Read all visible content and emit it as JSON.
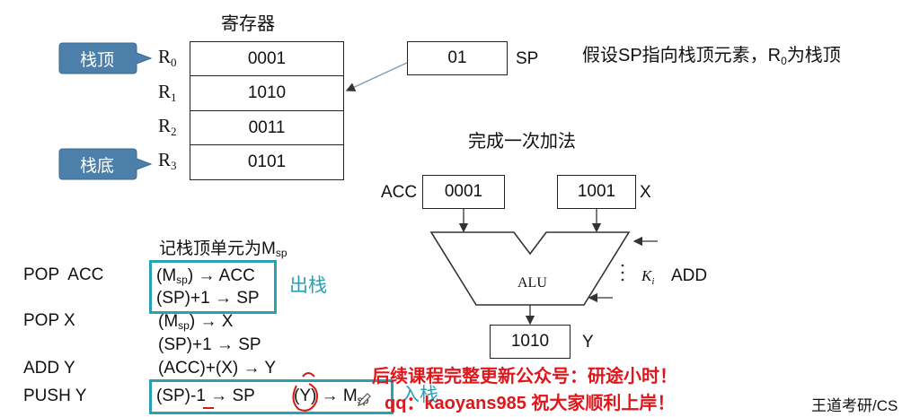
{
  "registers": {
    "title": "寄存器",
    "labels": [
      {
        "letter": "R",
        "sub": "0"
      },
      {
        "letter": "R",
        "sub": "1"
      },
      {
        "letter": "R",
        "sub": "2"
      },
      {
        "letter": "R",
        "sub": "3"
      }
    ],
    "values": [
      "0001",
      "1010",
      "0011",
      "0101"
    ]
  },
  "tags": {
    "top": "栈顶",
    "bottom": "栈底"
  },
  "sp": {
    "value": "01",
    "label": "SP"
  },
  "assumption": {
    "pre": "假设SP指向栈顶元素，R",
    "sub": "0",
    "post": "为栈顶"
  },
  "add_title": "完成一次加法",
  "alu": {
    "acc_label": "ACC",
    "acc_value": "0001",
    "x_value": "1001",
    "x_label": "X",
    "alu_label": "ALU",
    "ki_k": "K",
    "ki_i": "i",
    "add_label": "ADD",
    "y_value": "1010",
    "y_label": "Y"
  },
  "note": {
    "pre": "记栈顶单元为M",
    "sub": "sp"
  },
  "program": [
    {
      "instr": "POP  ACC"
    },
    {
      "instr": "POP X"
    },
    {
      "instr": "ADD Y"
    },
    {
      "instr": "PUSH Y"
    }
  ],
  "ops": {
    "pop_acc_1": {
      "pre": "(M",
      "sub": "sp",
      "post": ") → ACC"
    },
    "pop_acc_2": "(SP)+1 → SP",
    "pop_x_1": {
      "pre": "(M",
      "sub": "sp",
      "post": ") → X"
    },
    "pop_x_2": "(SP)+1 → SP",
    "add_y": "(ACC)+(X) → Y",
    "push_1": "(SP)-1 → SP",
    "push_2": {
      "pre": "(Y) → M",
      "sub": "sp"
    }
  },
  "labels": {
    "pop": "出栈",
    "push": "入栈"
  },
  "footer": {
    "line1": "后续课程完整更新公众号：研途小时！",
    "line2": "qq：kaoyans985 祝大家顺利上岸！",
    "brand": "王道考研/CS"
  },
  "colors": {
    "tag_blue": "#4c7fa9",
    "teal": "#2aa0b5",
    "footer_red": "#e0161c"
  }
}
